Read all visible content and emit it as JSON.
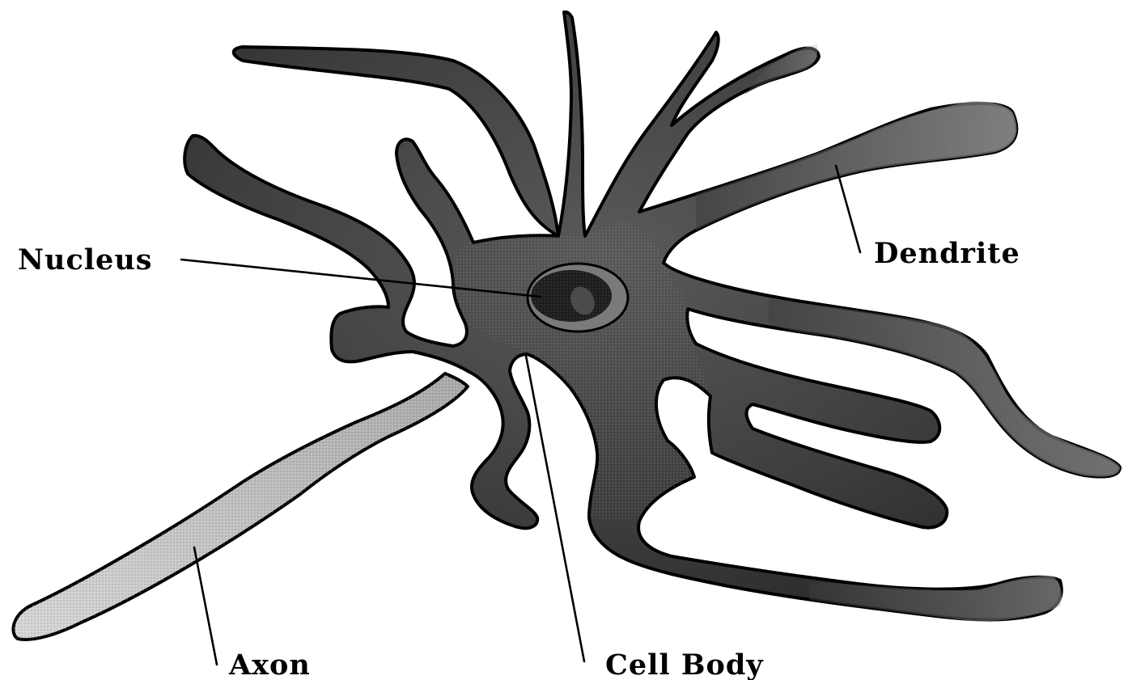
{
  "labels": {
    "nucleus": "Nucleus",
    "dendrite": "Dendrite",
    "axon": "Axon",
    "cell_body": "Cell Body"
  },
  "colors": {
    "outline": "#000000",
    "dark_fill": "#3a3a3a",
    "mid_fill": "#6e6e6e",
    "light_fill": "#c4c4c4",
    "background": "#ffffff"
  }
}
